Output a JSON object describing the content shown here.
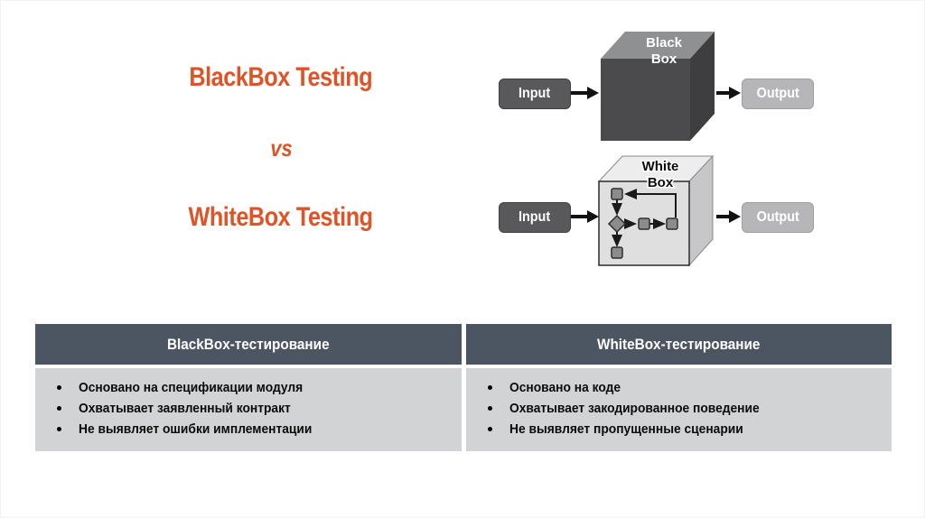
{
  "slide": {
    "accent_color": "#DF5327",
    "title_line1": "BlackBox Testing",
    "title_vs": "vs",
    "title_line2": "WhiteBox Testing"
  },
  "diagrams": {
    "blackbox": {
      "input_label": "Input",
      "box_label_line1": "Black",
      "box_label_line2": "Box",
      "output_label": "Output",
      "front_color": "#4B4B4D",
      "top_color": "#8F9092",
      "side_color": "#3E3E40"
    },
    "whitebox": {
      "input_label": "Input",
      "box_label_line1": "White",
      "box_label_line2": "Box",
      "output_label": "Output",
      "front_color": "#DFDFE0",
      "top_color": "#EDEDEE",
      "side_color": "#C7C7C9"
    }
  },
  "table": {
    "header_bg": "#4C5663",
    "body_bg": "#D2D3D5",
    "columns": [
      {
        "header": "BlackBox-тестирование",
        "bullets": [
          "Основано на спецификации модуля",
          "Охватывает заявленный контракт",
          "Не выявляет ошибки имплементации"
        ]
      },
      {
        "header": "WhiteBox-тестирование",
        "bullets": [
          "Основано на коде",
          "Охватывает закодированное поведение",
          "Не выявляет пропущенные сценарии"
        ]
      }
    ]
  }
}
